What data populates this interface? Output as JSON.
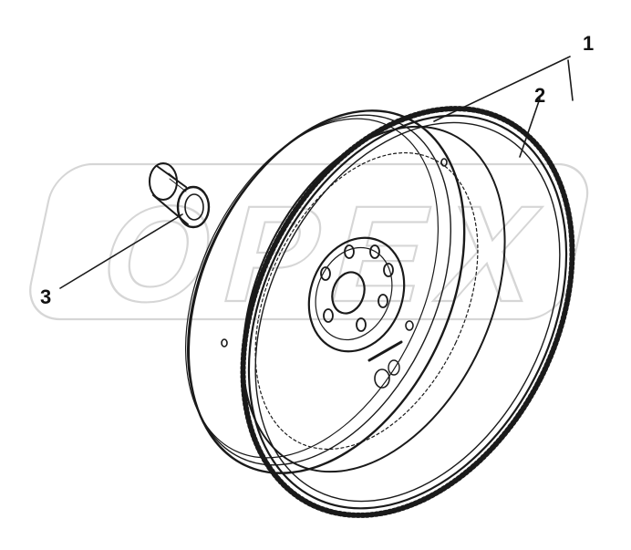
{
  "watermark": {
    "text": "OPEX",
    "color": "#d6d6d6"
  },
  "callouts": [
    {
      "number": "1",
      "part": "flywheel-assembly"
    },
    {
      "number": "2",
      "part": "ring-gear"
    },
    {
      "number": "3",
      "part": "pilot-bushing"
    }
  ],
  "colors": {
    "ink": "#1a1a1a",
    "background": "#ffffff"
  }
}
